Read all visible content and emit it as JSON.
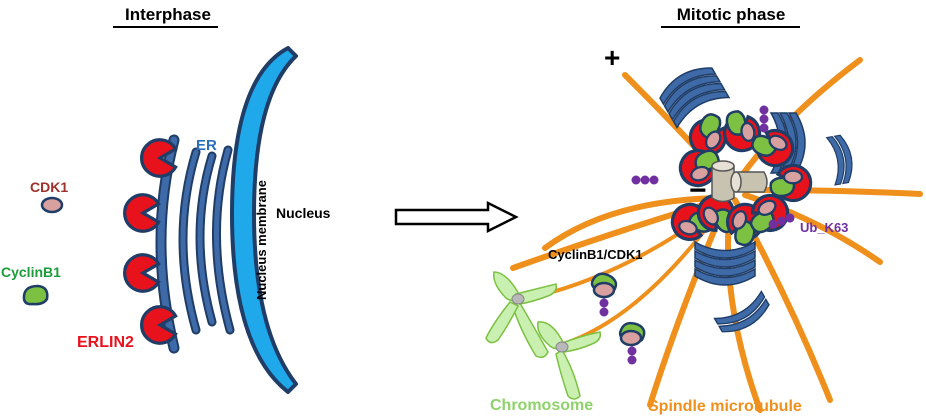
{
  "headings": {
    "interphase": "Interphase",
    "mitotic": "Mitotic phase"
  },
  "labels": {
    "cdk1": "CDK1",
    "cyclinb1": "CyclinB1",
    "erlin2": "ERLIN2",
    "er": "ER",
    "nucleus_membrane": "Nucleus membrane",
    "nucleus": "Nucleus",
    "cyclin_cdk": "CyclinB1/CDK1",
    "ub": "Ub_K63",
    "chromosome": "Chromosome",
    "spindle": "Spindle microtubule",
    "plus": "+",
    "minus": "−"
  },
  "colors": {
    "er_fill": "#3f6aa8",
    "er_stroke": "#1f3d66",
    "membrane_fill": "#1fa8ea",
    "erlin2": "#e8121c",
    "cyclinb1": "#7cc142",
    "cdk1": "#d9a0a0",
    "ub": "#7030a0",
    "microtubule": "#f0901c",
    "chromosome": "#c9f0b0",
    "centriole": "#c8c2b0",
    "cdk1_text": "#a0302a",
    "cyclinb1_text": "#1e9c3c",
    "erlin2_text": "#e8121c",
    "er_text": "#2a6fbf",
    "ub_text": "#7030a0",
    "chromosome_text": "#8fd16a",
    "spindle_text": "#f0901c"
  },
  "icons": [
    "er-icon",
    "nucleus-membrane-icon",
    "erlin2-icon",
    "cyclinb1-icon",
    "cdk1-icon",
    "arrow-right-icon",
    "ubiquitin-chain-icon",
    "centriole-icon",
    "chromosome-icon",
    "microtubule-icon"
  ]
}
